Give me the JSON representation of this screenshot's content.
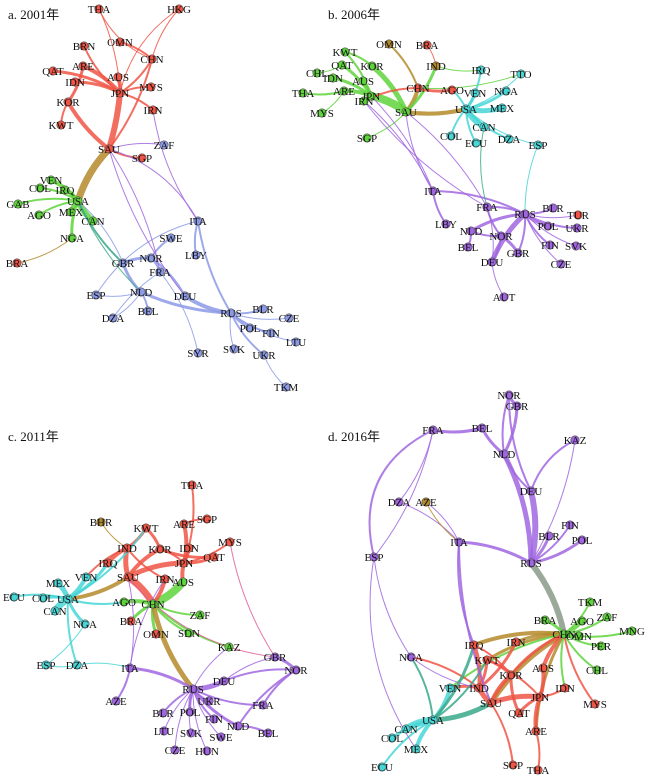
{
  "figure": {
    "panels": [
      {
        "id": "a",
        "title": "a. 2001年",
        "nodes": [
          {
            "id": "THA",
            "c": "red"
          },
          {
            "id": "HKG",
            "c": "red"
          },
          {
            "id": "BRN",
            "c": "red"
          },
          {
            "id": "OMN",
            "c": "red"
          },
          {
            "id": "CHN",
            "c": "red"
          },
          {
            "id": "QAT",
            "c": "red"
          },
          {
            "id": "ARE",
            "c": "red"
          },
          {
            "id": "IDN",
            "c": "red"
          },
          {
            "id": "AUS",
            "c": "red"
          },
          {
            "id": "JPN",
            "c": "red"
          },
          {
            "id": "MYS",
            "c": "red"
          },
          {
            "id": "KOR",
            "c": "red"
          },
          {
            "id": "IRN",
            "c": "red"
          },
          {
            "id": "KWT",
            "c": "red"
          },
          {
            "id": "SAU",
            "c": "red"
          },
          {
            "id": "SGP",
            "c": "red"
          },
          {
            "id": "ZAF",
            "c": "blue"
          },
          {
            "id": "COL",
            "c": "green"
          },
          {
            "id": "VEN",
            "c": "green"
          },
          {
            "id": "IRQ",
            "c": "green"
          },
          {
            "id": "GAB",
            "c": "green"
          },
          {
            "id": "USA",
            "c": "green"
          },
          {
            "id": "AGO",
            "c": "green"
          },
          {
            "id": "MEX",
            "c": "green"
          },
          {
            "id": "CAN",
            "c": "green"
          },
          {
            "id": "NGA",
            "c": "green"
          },
          {
            "id": "BRA",
            "c": "red"
          },
          {
            "id": "ITA",
            "c": "blue"
          },
          {
            "id": "SWE",
            "c": "blue"
          },
          {
            "id": "LBY",
            "c": "blue"
          },
          {
            "id": "NOR",
            "c": "blue"
          },
          {
            "id": "GBR",
            "c": "blue"
          },
          {
            "id": "FRA",
            "c": "blue"
          },
          {
            "id": "DEU",
            "c": "blue"
          },
          {
            "id": "NLD",
            "c": "blue"
          },
          {
            "id": "ESP",
            "c": "blue"
          },
          {
            "id": "BEL",
            "c": "blue"
          },
          {
            "id": "DZA",
            "c": "blue"
          },
          {
            "id": "RUS",
            "c": "blue"
          },
          {
            "id": "BLR",
            "c": "blue"
          },
          {
            "id": "CZE",
            "c": "blue"
          },
          {
            "id": "POL",
            "c": "blue"
          },
          {
            "id": "FIN",
            "c": "blue"
          },
          {
            "id": "LTU",
            "c": "blue"
          },
          {
            "id": "SYR",
            "c": "blue"
          },
          {
            "id": "SVK",
            "c": "blue"
          },
          {
            "id": "UKR",
            "c": "blue"
          },
          {
            "id": "TKM",
            "c": "blue"
          }
        ]
      },
      {
        "id": "b",
        "title": "b. 2006年",
        "nodes": [
          {
            "id": "OMN",
            "c": "olive"
          },
          {
            "id": "BRA",
            "c": "red"
          },
          {
            "id": "KWT",
            "c": "green"
          },
          {
            "id": "QAT",
            "c": "green"
          },
          {
            "id": "KOR",
            "c": "green"
          },
          {
            "id": "IND",
            "c": "olive"
          },
          {
            "id": "CHL",
            "c": "green"
          },
          {
            "id": "IDN",
            "c": "green"
          },
          {
            "id": "AUS",
            "c": "green"
          },
          {
            "id": "IRQ",
            "c": "cyan"
          },
          {
            "id": "TTO",
            "c": "cyan"
          },
          {
            "id": "THA",
            "c": "green"
          },
          {
            "id": "ARE",
            "c": "green"
          },
          {
            "id": "JPN",
            "c": "green"
          },
          {
            "id": "CHN",
            "c": "red"
          },
          {
            "id": "AGO",
            "c": "red"
          },
          {
            "id": "VEN",
            "c": "cyan"
          },
          {
            "id": "NGA",
            "c": "cyan"
          },
          {
            "id": "IRN",
            "c": "green"
          },
          {
            "id": "SAU",
            "c": "green"
          },
          {
            "id": "USA",
            "c": "cyan"
          },
          {
            "id": "MEX",
            "c": "cyan"
          },
          {
            "id": "MYS",
            "c": "green"
          },
          {
            "id": "CAN",
            "c": "cyan"
          },
          {
            "id": "SGP",
            "c": "green"
          },
          {
            "id": "COL",
            "c": "cyan"
          },
          {
            "id": "ECU",
            "c": "cyan"
          },
          {
            "id": "DZA",
            "c": "cyan"
          },
          {
            "id": "ESP",
            "c": "cyan"
          },
          {
            "id": "ITA",
            "c": "purple"
          },
          {
            "id": "FRA",
            "c": "purple"
          },
          {
            "id": "RUS",
            "c": "purple"
          },
          {
            "id": "BLR",
            "c": "purple"
          },
          {
            "id": "TUR",
            "c": "red"
          },
          {
            "id": "LBY",
            "c": "purple"
          },
          {
            "id": "POL",
            "c": "purple"
          },
          {
            "id": "UKR",
            "c": "purple"
          },
          {
            "id": "NLD",
            "c": "purple"
          },
          {
            "id": "NOR",
            "c": "purple"
          },
          {
            "id": "FIN",
            "c": "purple"
          },
          {
            "id": "SVK",
            "c": "purple"
          },
          {
            "id": "BEL",
            "c": "purple"
          },
          {
            "id": "GBR",
            "c": "purple"
          },
          {
            "id": "DEU",
            "c": "purple"
          },
          {
            "id": "CZE",
            "c": "purple"
          },
          {
            "id": "AUT",
            "c": "purple"
          }
        ]
      },
      {
        "id": "c",
        "title": "c. 2011年",
        "nodes": [
          {
            "id": "THA",
            "c": "red"
          },
          {
            "id": "SGP",
            "c": "red"
          },
          {
            "id": "BHR",
            "c": "olive"
          },
          {
            "id": "ARE",
            "c": "red"
          },
          {
            "id": "KWT",
            "c": "red"
          },
          {
            "id": "MYS",
            "c": "red"
          },
          {
            "id": "IND",
            "c": "red"
          },
          {
            "id": "KOR",
            "c": "red"
          },
          {
            "id": "IDN",
            "c": "red"
          },
          {
            "id": "QAT",
            "c": "red"
          },
          {
            "id": "IRQ",
            "c": "red"
          },
          {
            "id": "JPN",
            "c": "red"
          },
          {
            "id": "MEX",
            "c": "cyan"
          },
          {
            "id": "VEN",
            "c": "cyan"
          },
          {
            "id": "SAU",
            "c": "red"
          },
          {
            "id": "IRN",
            "c": "red"
          },
          {
            "id": "AUS",
            "c": "green"
          },
          {
            "id": "ECU",
            "c": "cyan"
          },
          {
            "id": "COL",
            "c": "cyan"
          },
          {
            "id": "USA",
            "c": "cyan"
          },
          {
            "id": "AGO",
            "c": "green"
          },
          {
            "id": "CHN",
            "c": "green"
          },
          {
            "id": "CAN",
            "c": "cyan"
          },
          {
            "id": "ZAF",
            "c": "green"
          },
          {
            "id": "NGA",
            "c": "cyan"
          },
          {
            "id": "BRA",
            "c": "red"
          },
          {
            "id": "OMN",
            "c": "red"
          },
          {
            "id": "SDN",
            "c": "green"
          },
          {
            "id": "KAZ",
            "c": "green"
          },
          {
            "id": "GBR",
            "c": "purple"
          },
          {
            "id": "NOR",
            "c": "purple"
          },
          {
            "id": "ESP",
            "c": "cyan"
          },
          {
            "id": "DZA",
            "c": "cyan"
          },
          {
            "id": "ITA",
            "c": "purple"
          },
          {
            "id": "DEU",
            "c": "purple"
          },
          {
            "id": "AZE",
            "c": "purple"
          },
          {
            "id": "RUS",
            "c": "purple"
          },
          {
            "id": "UKR",
            "c": "purple"
          },
          {
            "id": "FRA",
            "c": "purple"
          },
          {
            "id": "BLR",
            "c": "purple"
          },
          {
            "id": "POL",
            "c": "purple"
          },
          {
            "id": "FIN",
            "c": "purple"
          },
          {
            "id": "NLD",
            "c": "purple"
          },
          {
            "id": "LTU",
            "c": "purple"
          },
          {
            "id": "SVK",
            "c": "purple"
          },
          {
            "id": "SWE",
            "c": "purple"
          },
          {
            "id": "BEL",
            "c": "purple"
          },
          {
            "id": "CZE",
            "c": "purple"
          },
          {
            "id": "HUN",
            "c": "purple"
          }
        ]
      },
      {
        "id": "d",
        "title": "d. 2016年",
        "nodes": [
          {
            "id": "NOR",
            "c": "purple"
          },
          {
            "id": "GBR",
            "c": "purple"
          },
          {
            "id": "FRA",
            "c": "purple"
          },
          {
            "id": "BEL",
            "c": "purple"
          },
          {
            "id": "KAZ",
            "c": "purple"
          },
          {
            "id": "NLD",
            "c": "purple"
          },
          {
            "id": "DEU",
            "c": "purple"
          },
          {
            "id": "DZA",
            "c": "purple"
          },
          {
            "id": "AZE",
            "c": "olive"
          },
          {
            "id": "FIN",
            "c": "purple"
          },
          {
            "id": "ITA",
            "c": "purple"
          },
          {
            "id": "BLR",
            "c": "purple"
          },
          {
            "id": "POL",
            "c": "purple"
          },
          {
            "id": "ESP",
            "c": "purple"
          },
          {
            "id": "RUS",
            "c": "purple"
          },
          {
            "id": "TKM",
            "c": "green"
          },
          {
            "id": "BRA",
            "c": "green"
          },
          {
            "id": "ZAF",
            "c": "green"
          },
          {
            "id": "AGO",
            "c": "green"
          },
          {
            "id": "CHN",
            "c": "green"
          },
          {
            "id": "MNG",
            "c": "green"
          },
          {
            "id": "OMN",
            "c": "green"
          },
          {
            "id": "PER",
            "c": "green"
          },
          {
            "id": "IRQ",
            "c": "red"
          },
          {
            "id": "IRN",
            "c": "red"
          },
          {
            "id": "NGA",
            "c": "purple"
          },
          {
            "id": "KWT",
            "c": "red"
          },
          {
            "id": "CHL",
            "c": "green"
          },
          {
            "id": "VEN",
            "c": "cyan"
          },
          {
            "id": "IND",
            "c": "red"
          },
          {
            "id": "KOR",
            "c": "red"
          },
          {
            "id": "AUS",
            "c": "red"
          },
          {
            "id": "IDN",
            "c": "red"
          },
          {
            "id": "SAU",
            "c": "red"
          },
          {
            "id": "JPN",
            "c": "red"
          },
          {
            "id": "MYS",
            "c": "red"
          },
          {
            "id": "QAT",
            "c": "red"
          },
          {
            "id": "CAN",
            "c": "cyan"
          },
          {
            "id": "USA",
            "c": "cyan"
          },
          {
            "id": "ARE",
            "c": "red"
          },
          {
            "id": "COL",
            "c": "cyan"
          },
          {
            "id": "MEX",
            "c": "cyan"
          },
          {
            "id": "SGP",
            "c": "red"
          },
          {
            "id": "THA",
            "c": "red"
          },
          {
            "id": "ECU",
            "c": "cyan"
          }
        ]
      }
    ],
    "colors": {
      "red": "#f05545",
      "green": "#5fd33b",
      "blue": "#8c9ae6",
      "cyan": "#47d6d6",
      "purple": "#a066e0",
      "olive": "#b48a2a"
    }
  }
}
